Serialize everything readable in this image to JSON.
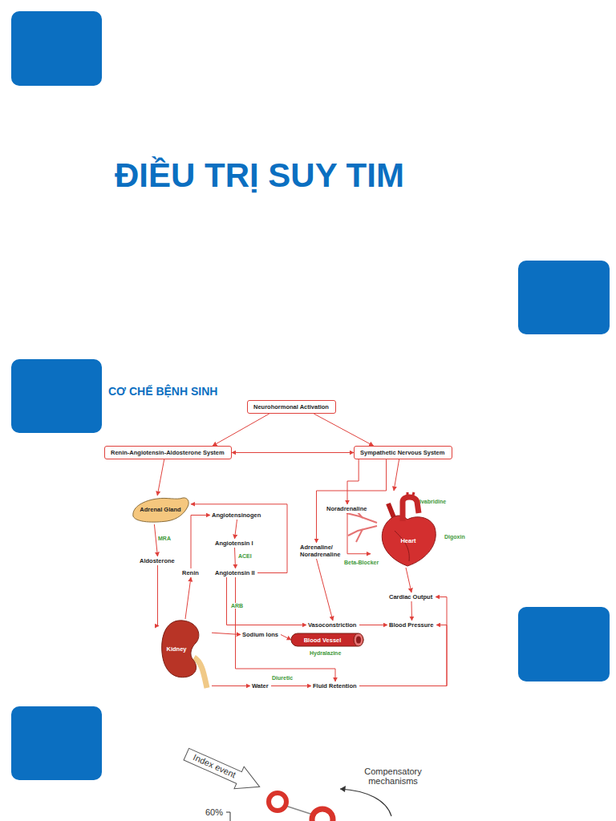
{
  "diagram": {
    "title": "ĐIỀU TRỊ SUY TIM",
    "nodes": [
      {
        "text": [
          "Neurohormonal Activation"
        ]
      },
      {
        "text": [
          "Renin-Angiotensin-Aldosterone System"
        ]
      },
      {
        "text": [
          "Sympathetic Nervous System"
        ]
      },
      {
        "text": [
          "Adrenal Gland"
        ]
      },
      {
        "text": [
          "Aldosterone"
        ]
      },
      {
        "text": [
          "Renin"
        ]
      },
      {
        "text": [
          "Angiotensinogen"
        ]
      },
      {
        "text": [
          "Angiotensin I"
        ]
      },
      {
        "text": [
          "Angiotensin II"
        ]
      },
      {
        "text": [
          "Kidney"
        ]
      },
      {
        "text": [
          "Sodium Ions"
        ]
      },
      {
        "text": [
          "Blood Vessel"
        ]
      },
      {
        "text": [
          "Water"
        ]
      },
      {
        "text": [
          "Fluid Retention"
        ]
      },
      {
        "text": [
          "Vasoconstriction"
        ]
      },
      {
        "text": [
          "Blood Pressure"
        ]
      },
      {
        "text": [
          "Cardiac Output"
        ]
      },
      {
        "text": [
          "Noradrenaline"
        ]
      },
      {
        "text": [
          "Adrenaline/ Noradrenaline"
        ]
      },
      {
        "text": [
          "Heart"
        ]
      },
      {
        "text": [
          "Index event"
        ]
      }
    ],
    "edges": [
      {
        "from": 0,
        "to": 1,
        "arrow": "to"
      },
      {
        "from": 0,
        "to": 2,
        "arrow": "to"
      },
      {
        "from": 1,
        "to": 2,
        "arrow": "both"
      },
      {
        "from": 1,
        "to": 3,
        "arrow": "to"
      },
      {
        "from": 2,
        "to": 17,
        "arrow": "to"
      },
      {
        "from": 2,
        "to": 19,
        "arrow": "to"
      },
      {
        "from": 2,
        "to": 18,
        "arrow": "to"
      },
      {
        "from": 18,
        "to": 14,
        "arrow": "to"
      },
      {
        "from": 3,
        "to": 4,
        "arrow": "to"
      },
      {
        "from": 4,
        "to": 9,
        "arrow": "to"
      },
      {
        "from": 9,
        "to": 5,
        "arrow": "to"
      },
      {
        "from": 5,
        "to": 6,
        "arrow": "to"
      },
      {
        "from": 6,
        "to": 7,
        "arrow": "to"
      },
      {
        "from": 7,
        "to": 8,
        "arrow": "to"
      },
      {
        "from": 8,
        "to": 3,
        "arrow": "to"
      },
      {
        "from": 8,
        "to": 14,
        "arrow": "to"
      },
      {
        "from": 8,
        "to": 13,
        "arrow": "to"
      },
      {
        "from": 9,
        "to": 10,
        "arrow": "to"
      },
      {
        "from": 10,
        "to": 11,
        "arrow": "to"
      },
      {
        "from": 9,
        "to": 12,
        "arrow": "to"
      },
      {
        "from": 12,
        "to": 13,
        "arrow": "to"
      },
      {
        "from": 14,
        "to": 15,
        "arrow": "to"
      },
      {
        "from": 16,
        "to": 15,
        "arrow": "to"
      },
      {
        "from": 19,
        "to": 16,
        "arrow": "to"
      },
      {
        "from": 13,
        "to": 15,
        "arrow": "to"
      },
      {
        "from": 13,
        "to": 16,
        "arrow": "to"
      },
      {
        "from": 17,
        "to": 19,
        "arrow": "to"
      }
    ],
    "labels": [
      "CƠ CHẾ BỆNH SINH",
      "MRA",
      "ACEI",
      "ARB",
      "Hydralazine",
      "Diuretic",
      "Beta-Blocker",
      "Ivabridine",
      "Digoxin",
      "Compensatory mechanisms",
      "60%"
    ]
  }
}
